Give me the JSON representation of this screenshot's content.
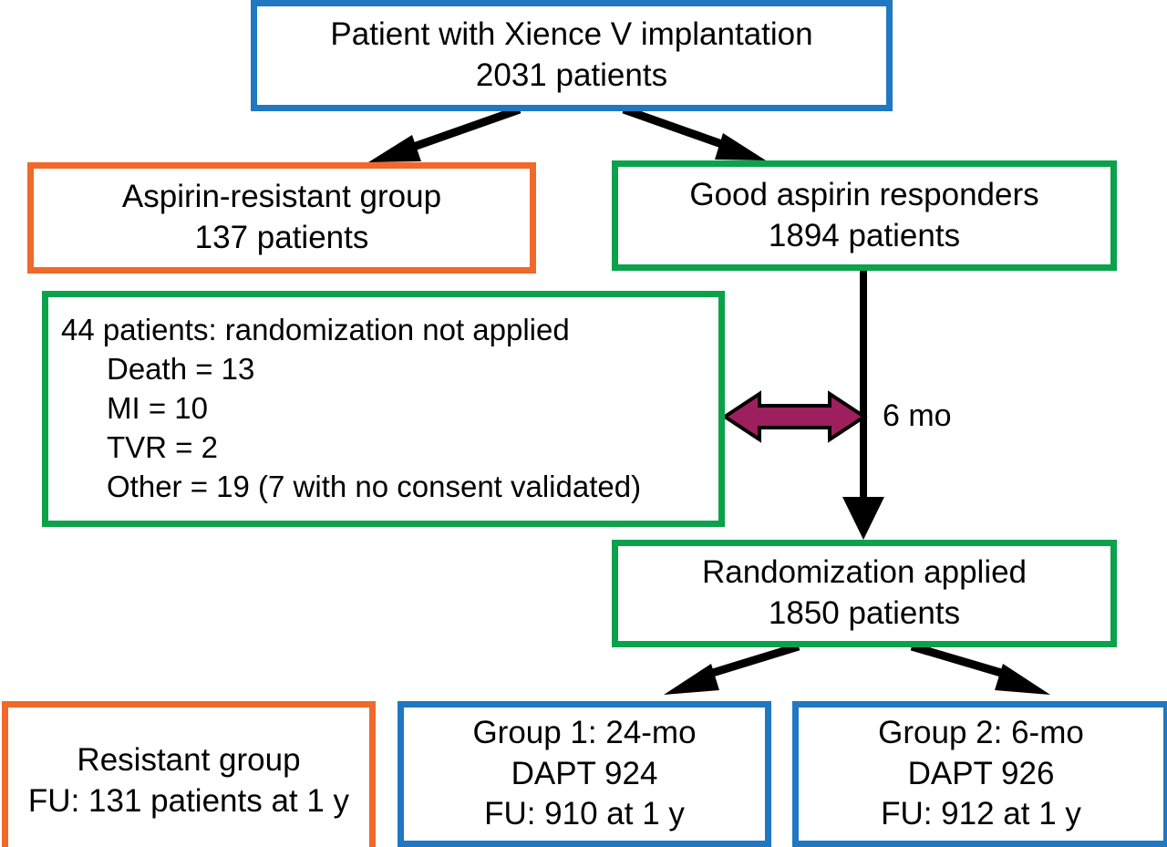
{
  "diagram": {
    "type": "flowchart",
    "title_implicit": "Patient flow / CONSORT diagram",
    "colors": {
      "blue": "#1F78C1",
      "orange": "#F0692B",
      "green": "#0CA14B",
      "purple": "#9E1F5E",
      "arrow": "#000000",
      "background": "#FFFFFF"
    },
    "nodes": {
      "enrollment": {
        "lines": [
          "Patient with Xience V implantation",
          "2031 patients"
        ],
        "count": 2031,
        "border_color": "#1F78C1"
      },
      "aspirin_resistant": {
        "lines": [
          "Aspirin-resistant group",
          "137 patients"
        ],
        "count": 137,
        "border_color": "#F0692B"
      },
      "good_responders": {
        "lines": [
          "Good aspirin responders",
          "1894 patients"
        ],
        "count": 1894,
        "border_color": "#0CA14B"
      },
      "exclusions": {
        "heading": "44 patients: randomization not applied",
        "count": 44,
        "items": [
          "Death = 13",
          "MI = 10",
          "TVR = 2",
          "Other = 19 (7 with no consent validated)"
        ],
        "border_color": "#0CA14B"
      },
      "randomization": {
        "lines": [
          "Randomization applied",
          "1850 patients"
        ],
        "count": 1850,
        "border_color": "#0CA14B"
      },
      "resistant_group": {
        "lines": [
          "Resistant group",
          "FU: 131 patients at 1 y"
        ],
        "count": 131,
        "border_color": "#F0692B"
      },
      "group1": {
        "lines": [
          "Group 1: 24-mo",
          "DAPT 924",
          "FU: 910 at 1 y"
        ],
        "dapt": 924,
        "fu": 910,
        "border_color": "#1F78C1"
      },
      "group2": {
        "lines": [
          "Group 2: 6-mo",
          "DAPT 926",
          "FU: 912 at 1 y"
        ],
        "dapt": 926,
        "fu": 912,
        "border_color": "#1F78C1"
      }
    },
    "annotations": {
      "interval_label": "6 mo"
    }
  }
}
